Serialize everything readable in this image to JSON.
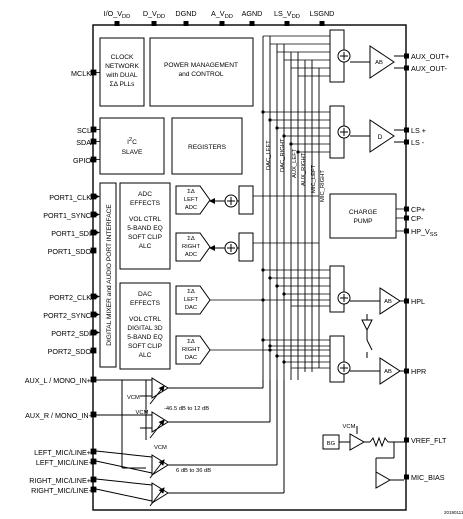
{
  "top_pins": [
    {
      "text": "I/O_V",
      "sub": "DD"
    },
    {
      "text": "D_V",
      "sub": "DD"
    },
    {
      "text": "DGND",
      "sub": ""
    },
    {
      "text": "A_V",
      "sub": "DD"
    },
    {
      "text": "AGND",
      "sub": ""
    },
    {
      "text": "LS_V",
      "sub": "DD"
    },
    {
      "text": "LSGND",
      "sub": ""
    }
  ],
  "left_pins": {
    "mclk": "MCLK",
    "scl": "SCL",
    "sda": "SDA",
    "gpio": "GPIO",
    "port1_clk": "PORT1_CLK",
    "port1_sync": "PORT1_SYNC",
    "port1_sdi": "PORT1_SDI",
    "port1_sdo": "PORT1_SDO",
    "port2_clk": "PORT2_CLK",
    "port2_sync": "PORT2_SYNC",
    "port2_sdi": "PORT2_SDI",
    "port2_sdo": "PORT2_SDO",
    "aux_l": "AUX_L / MONO_IN+",
    "aux_r": "AUX_R / MONO_IN-",
    "left_mic_p": "LEFT_MIC/LINE+",
    "left_mic_n": "LEFT_MIC/LINE-",
    "right_mic_p": "RIGHT_MIC/LINE+",
    "right_mic_n": "RIGHT_MIC/LINE-"
  },
  "right_pins": {
    "aux_out_p": "AUX_OUT+",
    "aux_out_n": "AUX_OUT-",
    "ls_p": "LS +",
    "ls_n": "LS -",
    "cp_p": "CP+",
    "cp_n": "CP-",
    "hp_vss": {
      "text": "HP_V",
      "sub": "SS"
    },
    "hpl": "HPL",
    "hpr": "HPR",
    "vref": "VREF_FLT",
    "mic_bias": "MIC_BIAS"
  },
  "blocks": {
    "clock": [
      "CLOCK",
      "NETWORK",
      "with DUAL",
      "ΣΔ PLLs"
    ],
    "power": [
      "POWER MANAGEMENT",
      "and CONTROL"
    ],
    "i2c": {
      "main": "I",
      "sup": "2",
      "rest": "C",
      "line2": "SLAVE"
    },
    "registers": "REGISTERS",
    "mixer": "DIGITAL MIXER and AUDIO PORT INTERFACE",
    "adc_effects": [
      "ADC",
      "EFFECTS",
      "",
      "VOL CTRL",
      "5-BAND EQ",
      "SOFT CLIP",
      "ALC"
    ],
    "dac_effects": [
      "DAC",
      "EFFECTS",
      "",
      "VOL CTRL",
      "DIGITAL 3D",
      "5-BAND EQ",
      "SOFT CLIP",
      "ALC"
    ],
    "left_adc": [
      "ΣΔ",
      "LEFT",
      "ADC"
    ],
    "right_adc": [
      "ΣΔ",
      "RIGHT",
      "ADC"
    ],
    "left_dac": [
      "ΣΔ",
      "LEFT",
      "DAC"
    ],
    "right_dac": [
      "ΣΔ",
      "RIGHT",
      "DAC"
    ],
    "charge_pump": [
      "CHARGE",
      "PUMP"
    ],
    "bg": "BG"
  },
  "amp_labels": {
    "aux": "AB",
    "ls": "D",
    "hpl": "AB",
    "hpr": "AB"
  },
  "bus_labels": [
    "DAC_LEFT",
    "DAC_RIGHT",
    "AUX_LEFT",
    "AUX_RIGHT",
    "MIC_LEFT",
    "MIC_RIGHT"
  ],
  "annotations": {
    "vcm1": "VCM",
    "vcm2": "VCM",
    "vcm3": "VCM",
    "vcm4": "VCM",
    "gain_aux": "-46.5 dB  to 12 dB",
    "gain_mic": "6 dB  to  36 dB",
    "figure_id": "20190111"
  }
}
